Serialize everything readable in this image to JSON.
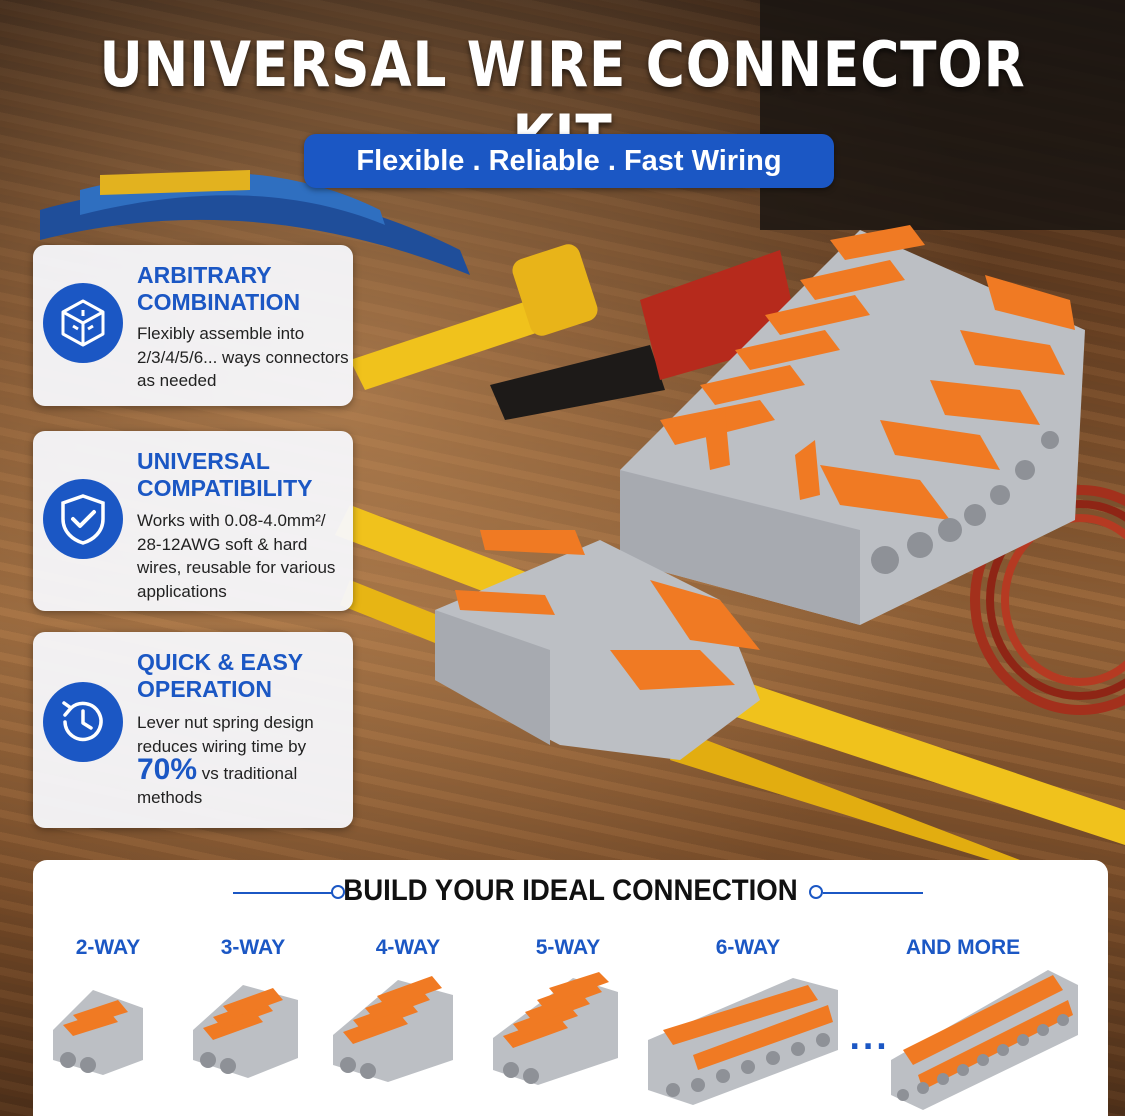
{
  "header": {
    "title": "UNIVERSAL WIRE CONNECTOR KIT",
    "subtitle": "Flexible . Reliable . Fast Wiring"
  },
  "features": [
    {
      "icon": "cube-combination-icon",
      "title": "ARBITRARY COMBINATION",
      "description": "Flexibly assemble into 2/3/4/5/6... ways connectors as needed"
    },
    {
      "icon": "shield-check-icon",
      "title": "UNIVERSAL COMPATIBILITY",
      "description": "Works with 0.08-4.0mm²/ 28-12AWG soft & hard wires, reusable for various applications"
    },
    {
      "icon": "clock-arrow-icon",
      "title": "QUICK & EASY OPERATION",
      "description_before": "Lever nut spring design reduces wiring time by",
      "highlight": "70%",
      "description_after": "vs traditional methods"
    }
  ],
  "build": {
    "title": "BUILD YOUR IDEAL CONNECTION",
    "options": [
      "2-WAY",
      "3-WAY",
      "4-WAY",
      "5-WAY",
      "6-WAY",
      "AND MORE"
    ],
    "ellipsis": "..."
  },
  "colors": {
    "accent_blue": "#1b57c4",
    "lever_orange": "#f07a23",
    "housing_gray": "#b9bcc1",
    "wire_yellow": "#f0c21c"
  }
}
